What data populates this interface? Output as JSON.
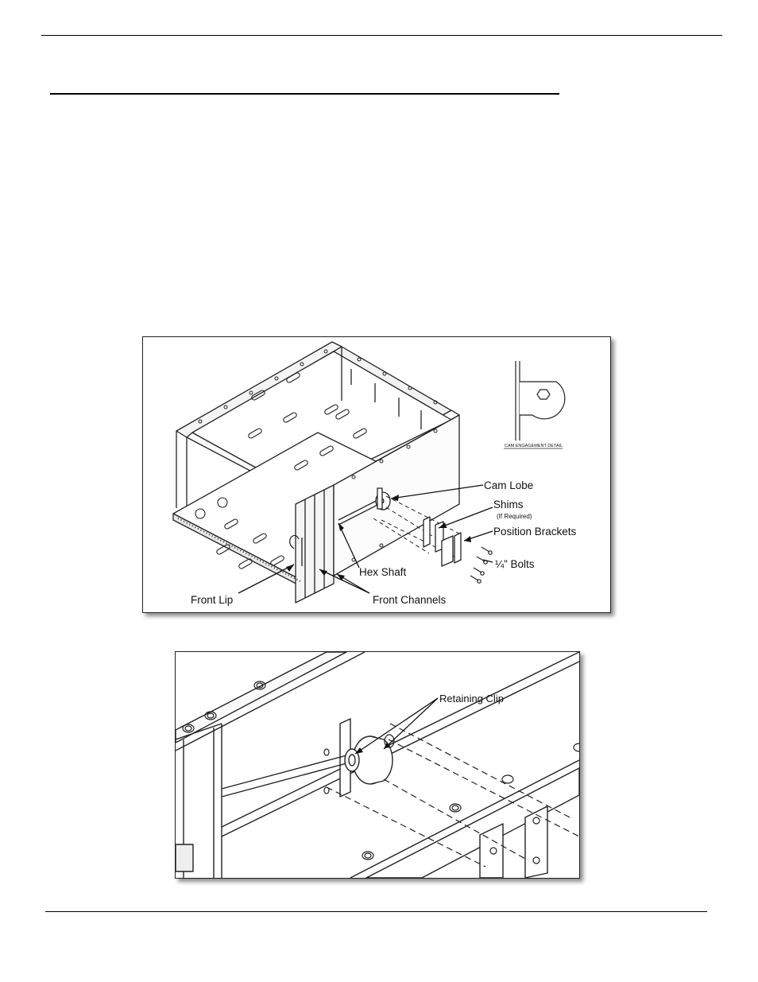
{
  "figure1": {
    "detail_caption": "CAM ENGAGEMENT DETAIL",
    "labels": {
      "cam_lobe": "Cam Lobe",
      "shims": "Shims",
      "shims_note": "(If Required)",
      "position_brackets": "Position Brackets",
      "bolts": "¼” Bolts",
      "hex_shaft": "Hex Shaft",
      "front_lip": "Front Lip",
      "front_channels": "Front Channels"
    }
  },
  "figure2": {
    "labels": {
      "retaining_clip": "Retaining Clip"
    }
  }
}
